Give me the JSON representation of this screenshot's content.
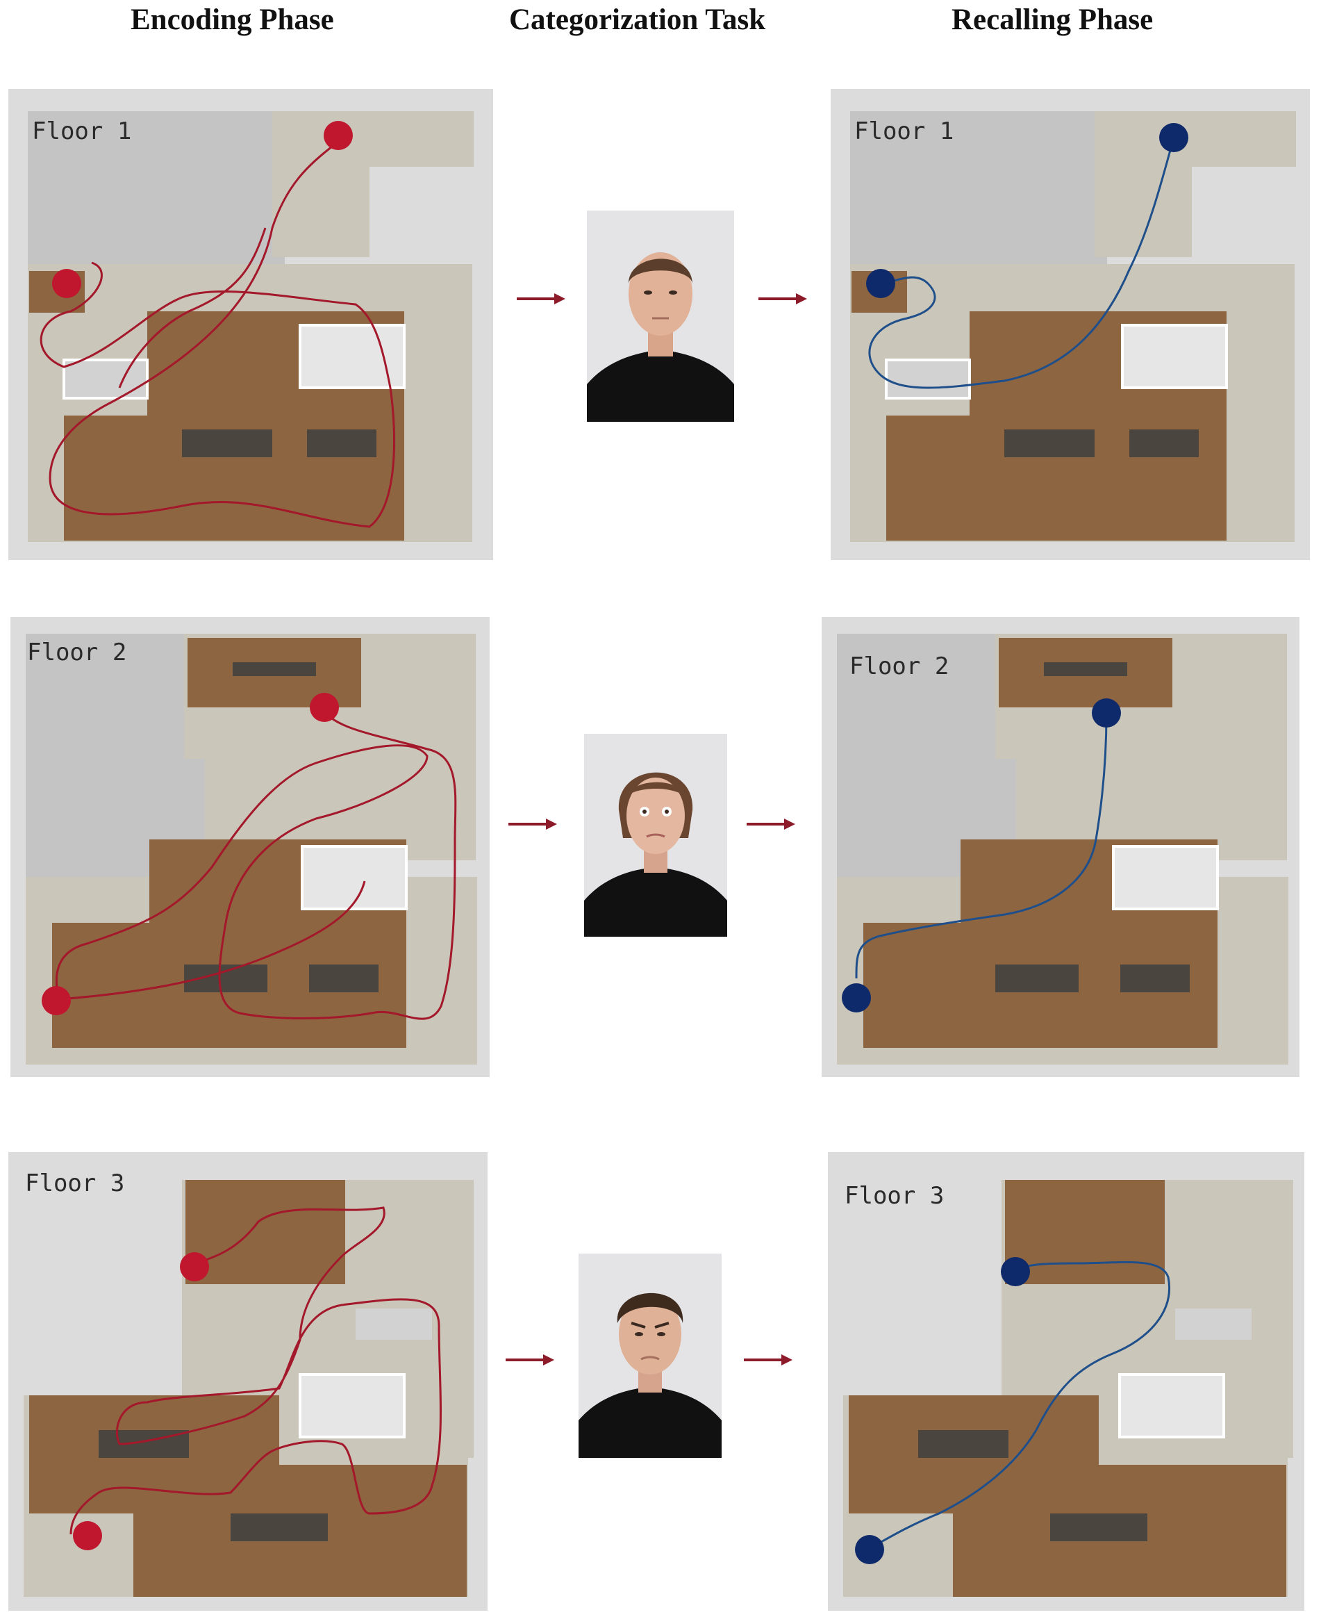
{
  "titles": {
    "encoding": "Encoding Phase",
    "categorization": "Categorization Task",
    "recalling": "Recalling Phase"
  },
  "rows": [
    {
      "floor": "Floor 1",
      "face": "neutral-male-face"
    },
    {
      "floor": "Floor 2",
      "face": "fearful-female-face"
    },
    {
      "floor": "Floor 3",
      "face": "angry-male-face"
    }
  ],
  "colors": {
    "encoding_path": "#a3182a",
    "recall_path": "#1f4f8a",
    "encoding_marker": "#c0172f",
    "recall_marker": "#0f2a6b",
    "arrow": "#8e1b2a",
    "floor_wood": "#8e6541",
    "carpet": "#c9c4b8",
    "panel_bg": "#d9d9d9",
    "void": "#c4c4c4"
  }
}
